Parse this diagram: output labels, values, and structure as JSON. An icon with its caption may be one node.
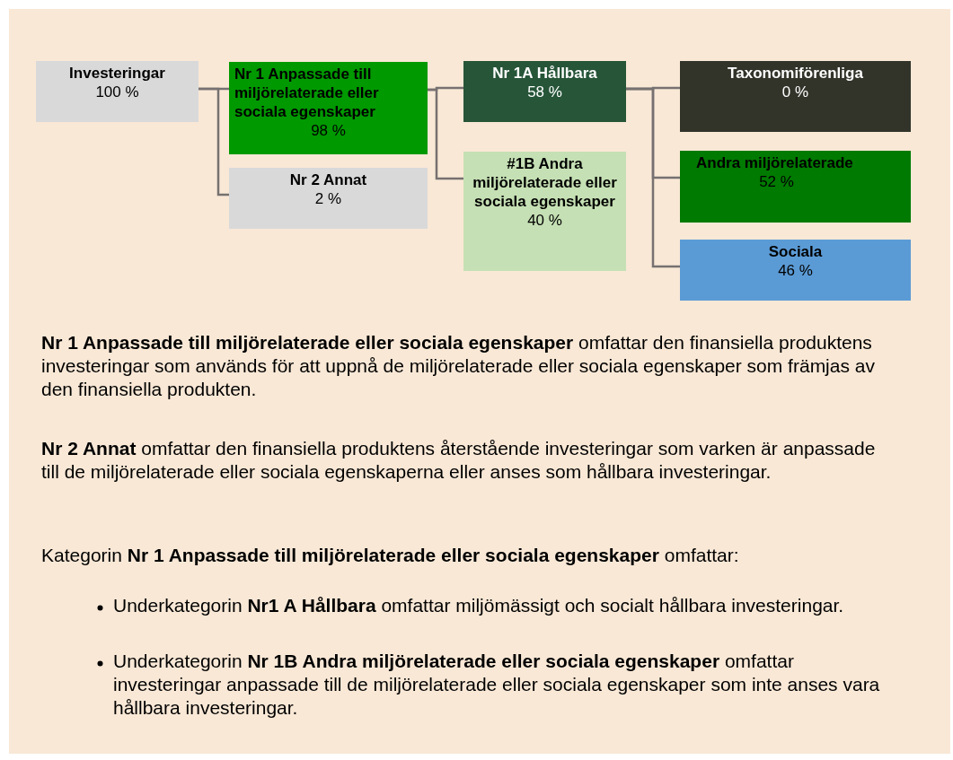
{
  "diagram": {
    "nodes": [
      {
        "text": [
          "Investeringar",
          "100 %"
        ]
      },
      {
        "text": [
          "Nr 1 Anpassade till miljörelaterade eller sociala egenskaper",
          "98 %"
        ]
      },
      {
        "text": [
          "Nr 2 Annat",
          "2 %"
        ]
      },
      {
        "text": [
          "Nr 1A Hållbara",
          "58 %"
        ]
      },
      {
        "text": [
          "#1B Andra miljörelaterade eller sociala egenskaper",
          "40 %"
        ]
      },
      {
        "text": [
          "Taxonomiförenliga",
          "0 %"
        ]
      },
      {
        "text": [
          "Andra miljörelaterade",
          "52 %"
        ]
      },
      {
        "text": [
          "Sociala",
          "46 %"
        ]
      }
    ],
    "edges": [
      {
        "from": 0,
        "to": 1,
        "arrow": "none"
      },
      {
        "from": 0,
        "to": 2,
        "arrow": "none"
      },
      {
        "from": 1,
        "to": 3,
        "arrow": "none"
      },
      {
        "from": 1,
        "to": 4,
        "arrow": "none"
      },
      {
        "from": 3,
        "to": 5,
        "arrow": "none"
      },
      {
        "from": 3,
        "to": 6,
        "arrow": "none"
      },
      {
        "from": 3,
        "to": 7,
        "arrow": "none"
      }
    ],
    "labels": [
      "**Nr 1 Anpassade till miljörelaterade eller sociala egenskaper** omfattar den finansiella produktens investeringar som används för att uppnå de miljörelaterade eller sociala egenskaper som främjas av den finansiella produkten.",
      "**Nr 2 Annat** omfattar den finansiella produktens återstående investeringar som varken är anpassade till de miljörelaterade eller sociala egenskaperna eller anses som hållbara investeringar.",
      "Kategorin **Nr 1 Anpassade till miljörelaterade eller sociala egenskaper** omfattar:",
      "Underkategorin **Nr1 A Hållbara** omfattar miljömässigt och socialt hållbara investeringar.",
      "Underkategorin **Nr 1B Andra miljörelaterade eller sociala egenskaper** omfattar investeringar anpassade till de miljörelaterade eller sociala egenskaper som inte anses vara hållbara investeringar."
    ]
  }
}
